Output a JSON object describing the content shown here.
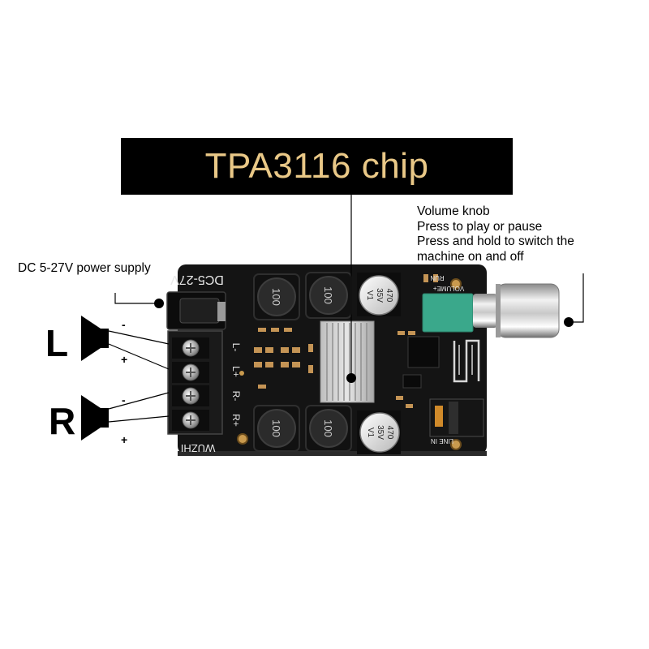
{
  "title": "TPA3116 chip",
  "callouts": {
    "power": "DC 5-27V power supply",
    "knob": [
      "Volume knob",
      "Press to play or pause",
      "Press and hold to switch the",
      "machine on and off"
    ]
  },
  "channels": {
    "left": "L",
    "right": "R",
    "minus": "-",
    "plus": "+"
  },
  "board": {
    "power_label": "DC5-27V",
    "brand": "WUZHI",
    "run_label": "RUN",
    "volume_label": "VOLUME+",
    "line_in_label": "LINE IN",
    "terminal_labels": [
      "L-",
      "L+",
      "R-",
      "R+"
    ],
    "inductor_value": "100",
    "capacitor_top": [
      "470",
      "35V",
      "V1"
    ],
    "capacitor_bottom": [
      "470",
      "35V",
      "V1"
    ]
  },
  "colors": {
    "banner_bg": "#000000",
    "banner_text": "#e9c887",
    "pcb": "#141414",
    "knob_base": "#3aa88b"
  }
}
